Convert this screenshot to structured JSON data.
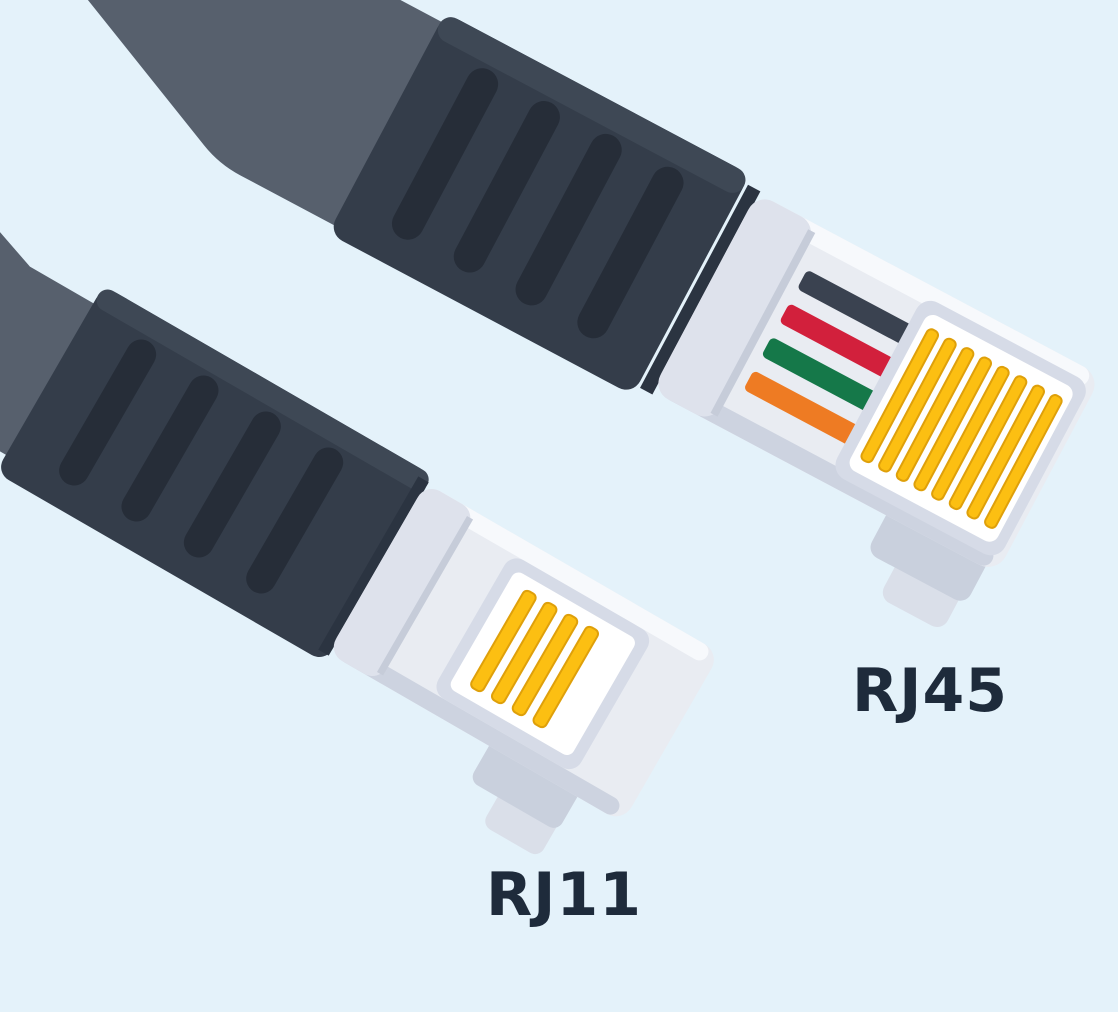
{
  "scene": {
    "background_color": "#e4f2fa"
  },
  "palette": {
    "cable": "#57606d",
    "boot": "#343d4a",
    "boot_bevel": "#3e4855",
    "boot_slot": "#262d38",
    "seam": "#2b3441",
    "body": "#e9ecf2",
    "body_highlight": "#f7f9fc",
    "body_shadow": "#cdd3e0",
    "hood": "#dee2ec",
    "hood_edge": "#c6ccd9",
    "window_rim": "#d6dbe7",
    "window": "#ffffff",
    "pin_gold": "#fcbf12",
    "pin_edge": "#dfa00a",
    "clip_light": "#dadfe9",
    "clip_dark": "#c9d0dd",
    "label_text": "#1e2b3b"
  },
  "connectors": [
    {
      "id": "rj45",
      "label": "RJ45",
      "pin_count": 8,
      "wire_colors": {
        "black": "#3a4250",
        "red": "#d2203c",
        "green": "#157849",
        "orange": "#ee7b23"
      }
    },
    {
      "id": "rj11",
      "label": "RJ11",
      "pin_count": 4
    }
  ]
}
